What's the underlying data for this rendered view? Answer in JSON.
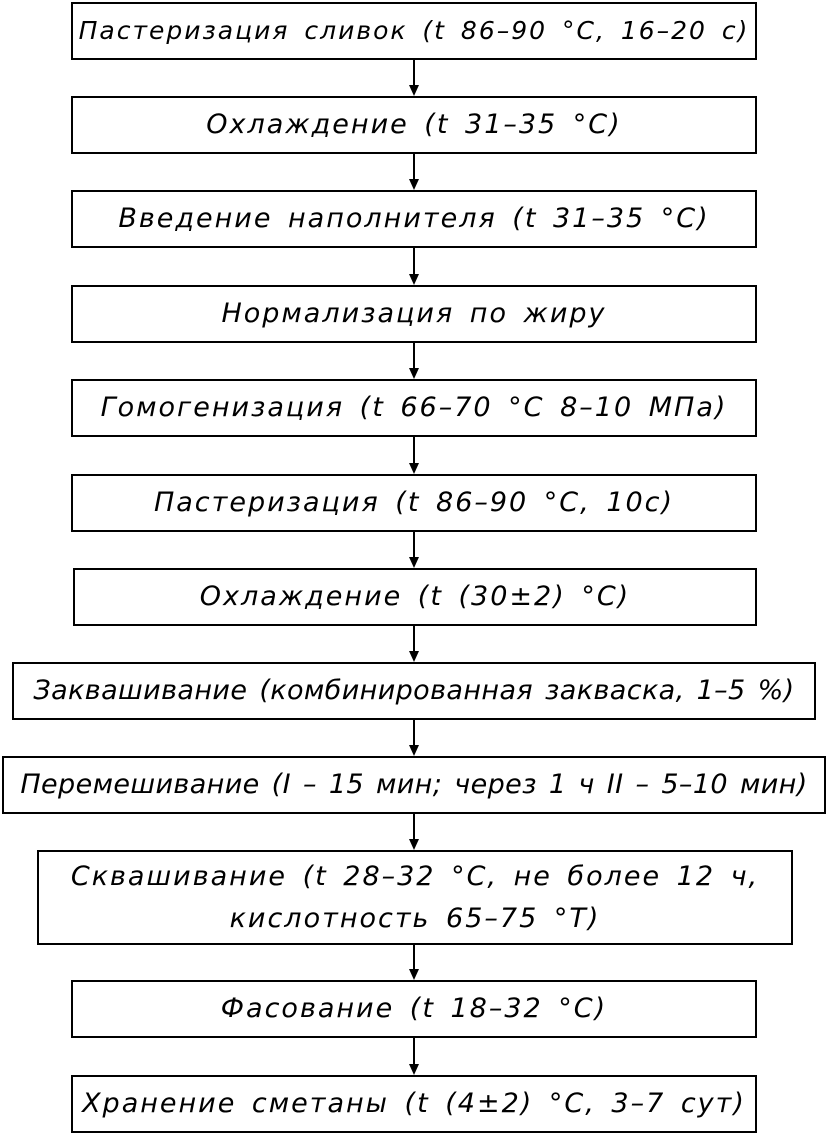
{
  "diagram": {
    "steps": [
      {
        "lines": [
          "Пастеризация сливок (t 86–90 °С, 16–20 с)"
        ]
      },
      {
        "lines": [
          "Охлаждение (t 31–35 °С)"
        ]
      },
      {
        "lines": [
          "Введение наполнителя (t 31–35 °С)"
        ]
      },
      {
        "lines": [
          "Нормализация по жиру"
        ]
      },
      {
        "lines": [
          "Гомогенизация (t 66–70 °С 8–10 МПа)"
        ]
      },
      {
        "lines": [
          "Пастеризация (t 86–90 °С, 10с)"
        ]
      },
      {
        "lines": [
          "Охлаждение (t (30±2) °С)"
        ]
      },
      {
        "lines": [
          "Заквашивание (комбинированная закваска, 1–5 %)"
        ]
      },
      {
        "lines": [
          "Перемешивание (I – 15 мин; через 1 ч II – 5–10 мин)"
        ]
      },
      {
        "lines": [
          "Сквашивание (t 28–32 °С, не более 12 ч,",
          "кислотность 65–75 °Т)"
        ]
      },
      {
        "lines": [
          "Фасование (t 18–32 °С)"
        ]
      },
      {
        "lines": [
          "Хранение сметаны (t (4±2) °С, 3–7 сут)"
        ]
      }
    ],
    "colors": {
      "line": "#000000",
      "background": "#ffffff",
      "text": "#000000"
    }
  }
}
